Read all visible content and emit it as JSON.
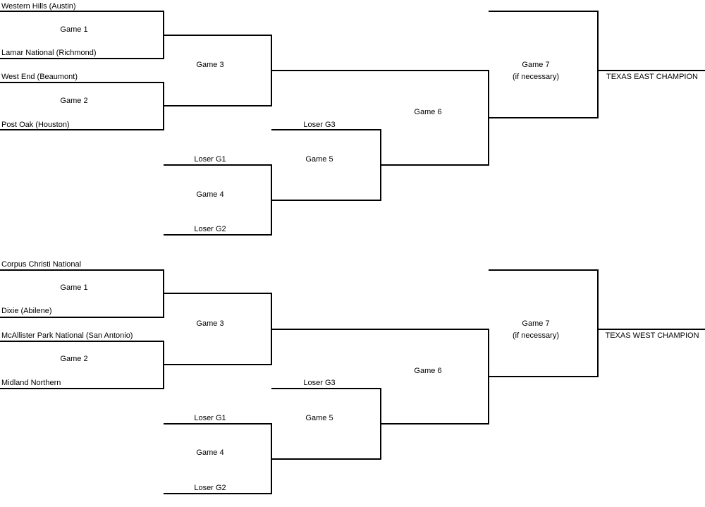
{
  "east": {
    "team_g1_top": "Western Hills (Austin)",
    "team_g1_bottom": "Lamar National (Richmond)",
    "team_g2_top": "West End (Beaumont)",
    "team_g2_bottom": "Post Oak (Houston)",
    "game1": "Game 1",
    "game2": "Game 2",
    "game3": "Game 3",
    "game4": "Game 4",
    "game5": "Game 5",
    "game6": "Game 6",
    "game7": "Game 7",
    "game7_note": "(if necessary)",
    "loser_g1": "Loser G1",
    "loser_g2": "Loser G2",
    "loser_g3": "Loser G3",
    "champion": "TEXAS EAST CHAMPION"
  },
  "west": {
    "team_g1_top": "Corpus Christi National",
    "team_g1_bottom": "Dixie (Abilene)",
    "team_g2_top": "McAllister Park National (San Antonio)",
    "team_g2_bottom": "Midland Northern",
    "game1": "Game 1",
    "game2": "Game 2",
    "game3": "Game 3",
    "game4": "Game 4",
    "game5": "Game 5",
    "game6": "Game 6",
    "game7": "Game 7",
    "game7_note": "(if necessary)",
    "loser_g1": "Loser G1",
    "loser_g2": "Loser G2",
    "loser_g3": "Loser G3",
    "champion": "TEXAS WEST CHAMPION"
  }
}
